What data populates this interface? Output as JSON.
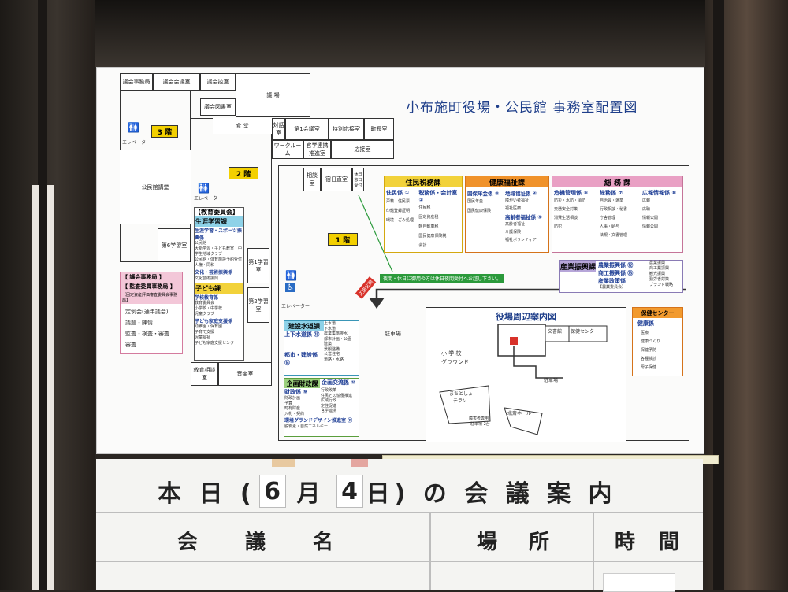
{
  "board": {
    "title": "小布施町役場・公民館 事務室配置図",
    "floor3": {
      "tag": "3 階",
      "rooms": [
        "議会事務局",
        "議会会議室",
        "議会控室",
        "議 場",
        "議会図書室",
        "エレベーター",
        "公民館講堂",
        "第6学習室"
      ]
    },
    "floor2": {
      "tag": "2 階",
      "rooms": [
        "食 堂",
        "対話室",
        "第1会議室",
        "特別応接室",
        "町長室",
        "ワークルーム",
        "官学連携推進室",
        "応接室",
        "エレベーター",
        "第1学習室",
        "第2学習室",
        "教育相談室",
        "音楽室"
      ],
      "kyoiku": {
        "head": "【教育委員会】",
        "sec1": "生涯学習課",
        "sec1_sub": "生涯学習・スポーツ振興係",
        "sec1_items": [
          "公民館",
          "大新学習・子ども教室・中学生地域クラブ",
          "公民館・体育施設予約受付",
          "人権・同和"
        ],
        "sec2": "文化・芸術振興係",
        "sec2_items": [
          "文化芸術振興"
        ],
        "kodomo_head": "子ども課",
        "kodomo_sec1": "学校教育係",
        "kodomo_sec1_items": [
          "教育委員会",
          "小学校・中学校",
          "児童クラブ"
        ],
        "kodomo_sec2": "子ども家庭支援係",
        "kodomo_sec2_items": [
          "幼稚園・保育園",
          "子育て支援",
          "児童福祉",
          "子ども家庭支援センター"
        ]
      },
      "gikai": {
        "head1": "【 議会事務局 】",
        "head2": "【 監査委員事務局 】",
        "head3": "【固定資産評価審査委員会事務局】",
        "items": [
          "定例会(通年議会)",
          "議題・陳情",
          "監査・検査・審査",
          "審査"
        ]
      }
    },
    "floor1": {
      "tag": "1 階",
      "rooms": [
        "相談室",
        "宿日直室",
        "休日窓口受付",
        "エレベーター",
        "駐車場"
      ],
      "night_note": "夜間・休日に御用の方は休日夜間受付へお越し下さい。",
      "entrance": "正面玄関",
      "depts": {
        "jumin": {
          "head": "住民税務課",
          "col1": "住民係 ①",
          "col1_items": [
            "戸籍・住民票",
            "印鑑登録証明",
            "環境・ごみ処理"
          ],
          "col2": "税務係・会計室 ②",
          "col2_items": [
            "住民税",
            "固定資産税",
            "軽自動車税",
            "国民健康保険税",
            "会計"
          ]
        },
        "kenko": {
          "head": "健康福祉課",
          "col1": "国保年金係 ③",
          "col1_items": [
            "国民年金",
            "国民健康保険"
          ],
          "col2": "地域福祉係 ④",
          "col2_items": [
            "障がい者福祉",
            "福祉医療"
          ],
          "col3": "高齢者福祉係 ⑤",
          "col3_items": [
            "高齢者福祉",
            "介護保険",
            "福祉ボランティア"
          ]
        },
        "somu": {
          "head": "総 務 課",
          "col1": "危機管理係 ⑥",
          "col1_items": [
            "防災・水防・消防",
            "交通安全対策",
            "消費生活相談",
            "防犯"
          ],
          "col2": "総務係 ⑦",
          "col2_items": [
            "自治会・選挙",
            "行政相談・秘書",
            "庁舎管理",
            "人事・給与",
            "法規・文書管理"
          ],
          "col3": "広報情報係 ⑧",
          "col3_items": [
            "広報",
            "広聴",
            "情報公開",
            "情報公開"
          ]
        },
        "sangyo": {
          "head": "産業振興課",
          "col1": "農業振興係 ⑫",
          "col2": "商工振興係 ⑬",
          "col3": "産業政策係",
          "col3_sub": "【農業委員会】",
          "items": [
            "農業振興",
            "商工業振興",
            "観光振興",
            "勤労者対策",
            "ブランド戦略"
          ]
        },
        "kensetsu": {
          "head": "建設水道課",
          "sec1": "上下水道係 ⑮",
          "sec1_items": [
            "上水道",
            "下水道",
            "農業集落排水"
          ],
          "sec2": "都市・建設係 ⑭",
          "sec2_items": [
            "都市計画・公園",
            "建築",
            "景観整備",
            "公営住宅",
            "道路・水路"
          ]
        },
        "kikaku": {
          "head": "企画財政課",
          "sec1": "企画交流係 ⑩",
          "sec1_items": [
            "行政改革",
            "住民との協働推進",
            "広域行政",
            "定住促進",
            "官学連携"
          ],
          "sec2": "財政係 ⑨",
          "sec2_items": [
            "財政計画",
            "予算",
            "町有財産",
            "入札・契約"
          ],
          "sec3": "環境グランドデザイン推進室 ⑪",
          "sec3_items": [
            "脱炭素・自然エネルギー"
          ]
        }
      }
    },
    "map": {
      "title": "役場周辺案内図",
      "labels": [
        "小 学 校",
        "グラウンド",
        "文書館",
        "保健センター",
        "駐車場",
        "まちとしょ",
        "テラソ",
        "北斎ホール",
        "障害者専用",
        "駐車場 2台"
      ]
    },
    "hoken": {
      "head": "保健センター",
      "sec": "健康係",
      "items": [
        "医療",
        "健康づくり",
        "保健予防",
        "各種検診",
        "母子保健"
      ]
    }
  },
  "meeting": {
    "title_pre": "本 日 (",
    "month": "6",
    "mid": "月",
    "day": "4",
    "title_post": "日) の 会 議 案 内",
    "col_name": "会議名",
    "col_place": "場所",
    "col_time": "時間"
  },
  "colors": {
    "floor_tag": "#f3d000",
    "jumin": "#f2d23a",
    "kenko": "#f0922a",
    "somu": "#e9a0c4",
    "sangyo": "#b7a6d9",
    "kensetsu": "#8ed2e8",
    "kikaku": "#9bd07c",
    "hoken": "#f29a2e",
    "title_blue": "#1f3f8a"
  }
}
